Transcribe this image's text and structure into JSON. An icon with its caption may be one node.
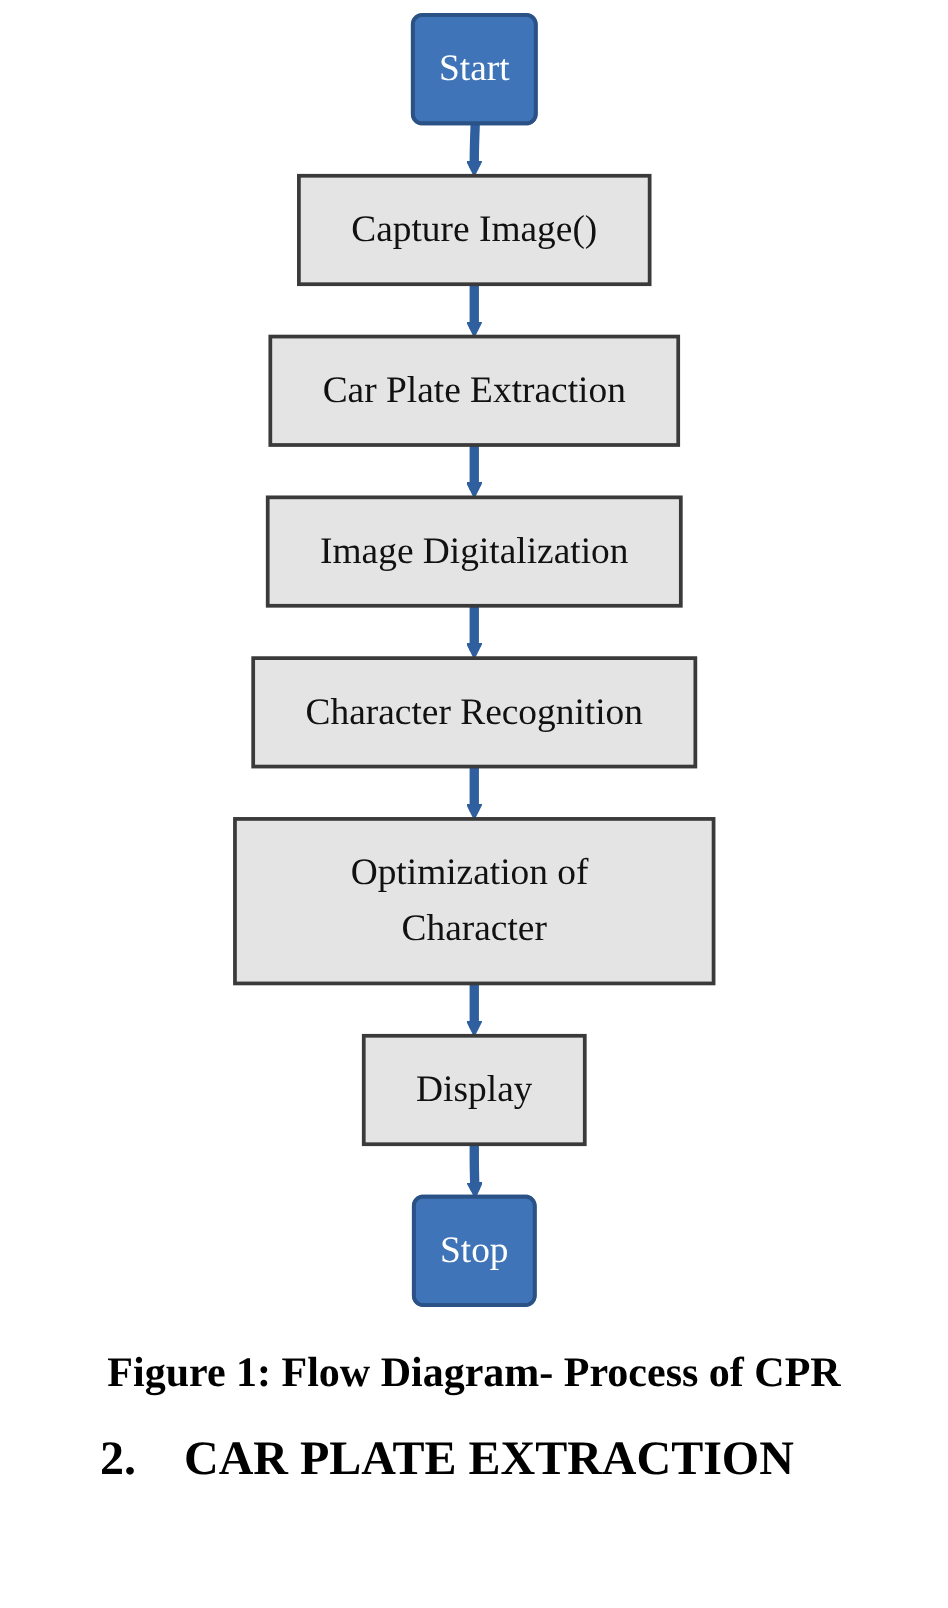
{
  "diagram": {
    "caption": "Figure 1: Flow Diagram- Process of CPR",
    "nodes": [
      {
        "text": [
          "Start"
        ]
      },
      {
        "text": [
          "Capture Image()"
        ]
      },
      {
        "text": [
          "Car Plate Extraction"
        ]
      },
      {
        "text": [
          "Image Digitalization"
        ]
      },
      {
        "text": [
          "Character Recognition"
        ]
      },
      {
        "text": [
          "Optimization of Character"
        ]
      },
      {
        "text": [
          "Display"
        ]
      },
      {
        "text": [
          "Stop"
        ]
      }
    ],
    "edges": [
      {
        "from": 0,
        "to": 1,
        "arrow": "to"
      },
      {
        "from": 1,
        "to": 2,
        "arrow": "to"
      },
      {
        "from": 2,
        "to": 3,
        "arrow": "to"
      },
      {
        "from": 3,
        "to": 4,
        "arrow": "to"
      },
      {
        "from": 4,
        "to": 5,
        "arrow": "to"
      },
      {
        "from": 5,
        "to": 6,
        "arrow": "to"
      },
      {
        "from": 6,
        "to": 7,
        "arrow": "to"
      }
    ],
    "labels": [
      "2.    CAR PLATE EXTRACTION"
    ]
  }
}
